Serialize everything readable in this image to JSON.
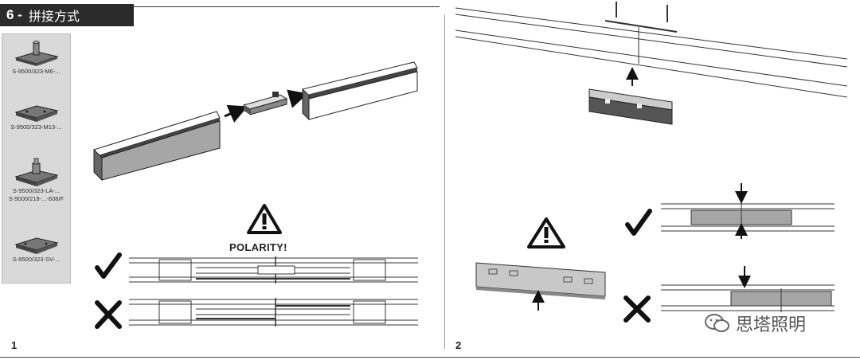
{
  "header": {
    "number": "6 -",
    "title": "拼接方式"
  },
  "parts": [
    {
      "label": "S-9500/323-M6-..."
    },
    {
      "label": "S-9500/323-M13-..."
    },
    {
      "label": "S-9500/323-LA-..."
    },
    {
      "label": "S-9000/218-...-608/F"
    },
    {
      "label": "S-9500/323-SV-..."
    }
  ],
  "section1": {
    "page_number": "1",
    "warning": "POLARITY!"
  },
  "section2": {
    "page_number": "2"
  },
  "watermark": {
    "text": "思塔照明",
    "icon": "wechat-icon"
  },
  "colors": {
    "header_bg": "#2b2b2b",
    "panel_fill": "#a6a6a6",
    "sidebar_bg": "#d9d9d9"
  }
}
